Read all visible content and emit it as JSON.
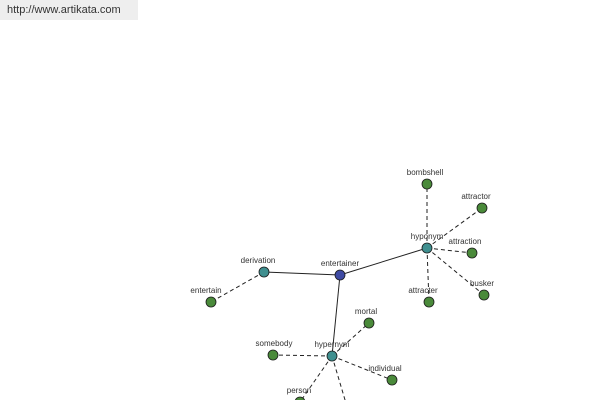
{
  "header": {
    "url_text": "http://www.artikata.com"
  },
  "colors": {
    "center": "#3e4aa3",
    "relation": "#3f8f8f",
    "word": "#4a8a3a",
    "edge": "#222222"
  },
  "graph": {
    "nodes": [
      {
        "id": "entertainer",
        "label": "entertainer",
        "kind": "center"
      },
      {
        "id": "derivation",
        "label": "derivation",
        "kind": "relation"
      },
      {
        "id": "hyponym",
        "label": "hyponym",
        "kind": "relation"
      },
      {
        "id": "hypernym",
        "label": "hypernym",
        "kind": "relation"
      },
      {
        "id": "entertain",
        "label": "entertain",
        "kind": "word"
      },
      {
        "id": "bombshell",
        "label": "bombshell",
        "kind": "word"
      },
      {
        "id": "attractor",
        "label": "attractor",
        "kind": "word"
      },
      {
        "id": "attraction",
        "label": "attraction",
        "kind": "word"
      },
      {
        "id": "busker",
        "label": "busker",
        "kind": "word"
      },
      {
        "id": "attracter",
        "label": "attracter",
        "kind": "word"
      },
      {
        "id": "mortal",
        "label": "mortal",
        "kind": "word"
      },
      {
        "id": "somebody",
        "label": "somebody",
        "kind": "word"
      },
      {
        "id": "individual",
        "label": "individual",
        "kind": "word"
      },
      {
        "id": "person",
        "label": "person",
        "kind": "word"
      },
      {
        "id": "soul",
        "label": "",
        "kind": "word"
      }
    ],
    "edges": [
      {
        "from": "entertainer",
        "to": "derivation",
        "style": "solid"
      },
      {
        "from": "entertainer",
        "to": "hyponym",
        "style": "solid"
      },
      {
        "from": "entertainer",
        "to": "hypernym",
        "style": "solid"
      },
      {
        "from": "derivation",
        "to": "entertain",
        "style": "dashed"
      },
      {
        "from": "hyponym",
        "to": "bombshell",
        "style": "dashed"
      },
      {
        "from": "hyponym",
        "to": "attractor",
        "style": "dashed"
      },
      {
        "from": "hyponym",
        "to": "attraction",
        "style": "dashed"
      },
      {
        "from": "hyponym",
        "to": "busker",
        "style": "dashed"
      },
      {
        "from": "hyponym",
        "to": "attracter",
        "style": "dashed"
      },
      {
        "from": "hypernym",
        "to": "mortal",
        "style": "dashed"
      },
      {
        "from": "hypernym",
        "to": "somebody",
        "style": "dashed"
      },
      {
        "from": "hypernym",
        "to": "individual",
        "style": "dashed"
      },
      {
        "from": "hypernym",
        "to": "person",
        "style": "dashed"
      },
      {
        "from": "hypernym",
        "to": "soul",
        "style": "dashed"
      }
    ]
  }
}
